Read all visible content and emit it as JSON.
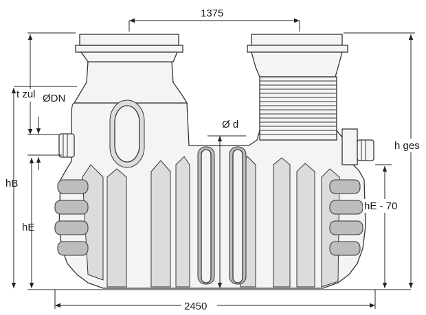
{
  "drawing": {
    "dim_top": "1375",
    "dim_bottom": "2450",
    "label_t_zul": "t zul",
    "label_dn": "ØDN",
    "label_d": "Ø d",
    "label_hB": "hB",
    "label_hE": "hE",
    "label_hE70": "hE - 70",
    "label_hges": "h ges"
  }
}
